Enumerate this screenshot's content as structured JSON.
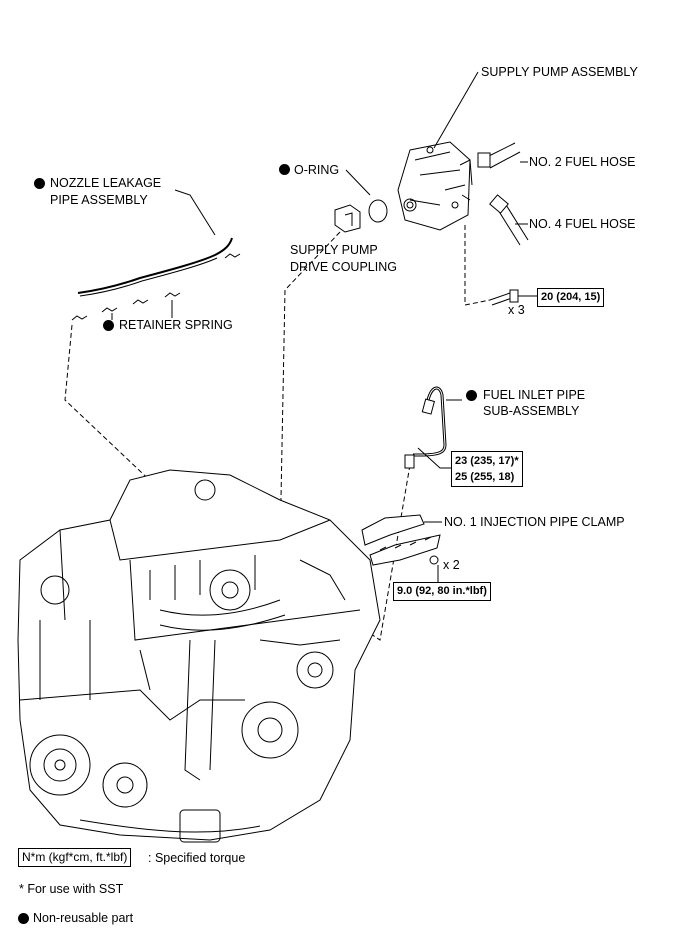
{
  "parts": {
    "supply_pump_assembly": "SUPPLY PUMP ASSEMBLY",
    "no2_fuel_hose": "NO. 2 FUEL HOSE",
    "no4_fuel_hose": "NO. 4 FUEL HOSE",
    "o_ring": "O-RING",
    "coupling_line1": "SUPPLY PUMP",
    "coupling_line2": "DRIVE COUPLING",
    "nozzle_line1": "NOZZLE LEAKAGE",
    "nozzle_line2": "PIPE ASSEMBLY",
    "retainer_spring": "RETAINER SPRING",
    "fuel_inlet_line1": "FUEL INLET PIPE",
    "fuel_inlet_line2": "SUB-ASSEMBLY",
    "injection_clamp": "NO. 1 INJECTION PIPE CLAMP"
  },
  "torques": {
    "pump_bolt": "20 (204, 15)",
    "pump_bolt_qty": "x 3",
    "inlet_sst": "23 (235, 17)*",
    "inlet": "25 (255, 18)",
    "clamp_nut": "9.0 (92, 80 in.*lbf)",
    "clamp_nut_qty": "x 2"
  },
  "legend": {
    "torque_unit": "N*m (kgf*cm, ft.*lbf)",
    "torque_desc": ": Specified torque",
    "sst_note": "* For use with SST",
    "non_reusable": "Non-reusable part"
  }
}
